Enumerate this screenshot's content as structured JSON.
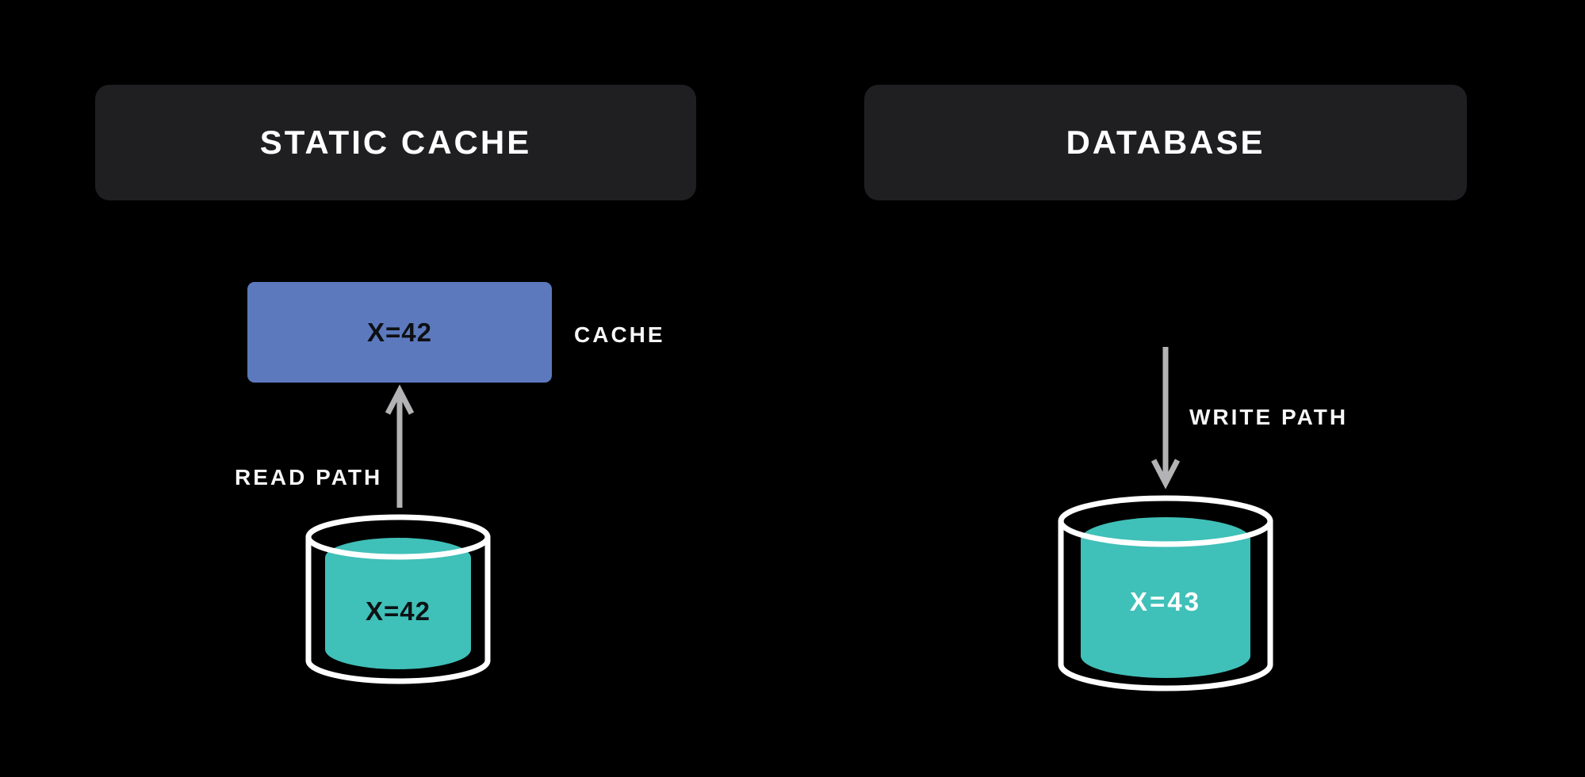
{
  "diagram": {
    "title_left": "STATIC CACHE",
    "title_right": "DATABASE",
    "left_panel": {
      "header": "STATIC CACHE",
      "cache_box": {
        "value": "X=42",
        "label": "CACHE"
      },
      "arrow_label": "READ PATH",
      "arrow_direction": "up",
      "cylinder_value": "X=42"
    },
    "right_panel": {
      "header": "DATABASE",
      "arrow_label": "WRITE PATH",
      "arrow_direction": "down",
      "cylinder_value": "X=43"
    }
  },
  "colors": {
    "background": "#000000",
    "header_box_bg": "#1f1f22",
    "header_text": "#ffffff",
    "cache_box_bg": "#5c79be",
    "cache_box_text": "#0d0f12",
    "cylinder_fill": "#3fc0b8",
    "cylinder_outline": "#ffffff",
    "arrow": "#b3b3b5",
    "label_text": "#f7f7f7"
  },
  "icons": {
    "left_cylinder": "database-cylinder-icon",
    "right_cylinder": "database-cylinder-icon",
    "left_arrow": "arrow-up-icon",
    "right_arrow": "arrow-down-icon"
  }
}
